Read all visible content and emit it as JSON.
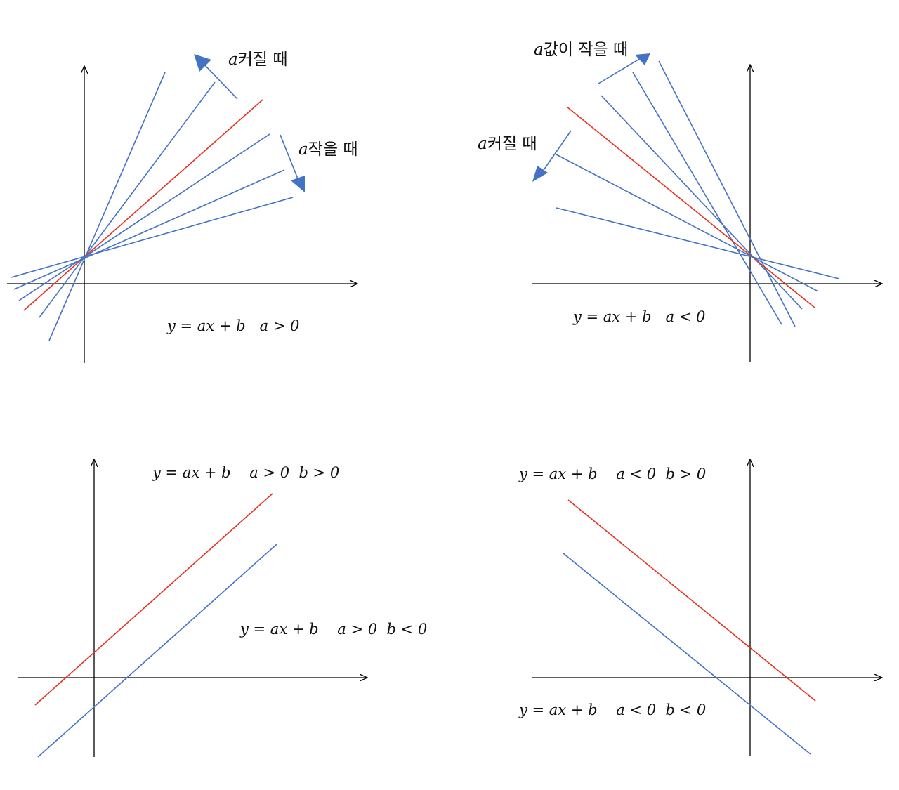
{
  "colors": {
    "axis": "#000000",
    "highlight": "#e8321f",
    "line": "#4472c4",
    "arrow": "#4472c4"
  },
  "panels": [
    {
      "id": "top-left",
      "formula": "y = ax + b   a > 0",
      "annotations": [
        {
          "var": "a",
          "text": "커질  때"
        },
        {
          "var": "a",
          "text": "작을  때"
        }
      ]
    },
    {
      "id": "top-right",
      "formula": "y = ax + b   a < 0",
      "annotations": [
        {
          "var": "a",
          "text": "값이  작을  때"
        },
        {
          "var": "a",
          "text": "커질  때"
        }
      ]
    },
    {
      "id": "bottom-left",
      "formulas": [
        "y = ax + b    a > 0  b > 0",
        "y = ax + b    a > 0  b < 0"
      ]
    },
    {
      "id": "bottom-right",
      "formulas": [
        "y = ax + b    a < 0  b > 0",
        "y = ax + b    a < 0  b < 0"
      ]
    }
  ]
}
